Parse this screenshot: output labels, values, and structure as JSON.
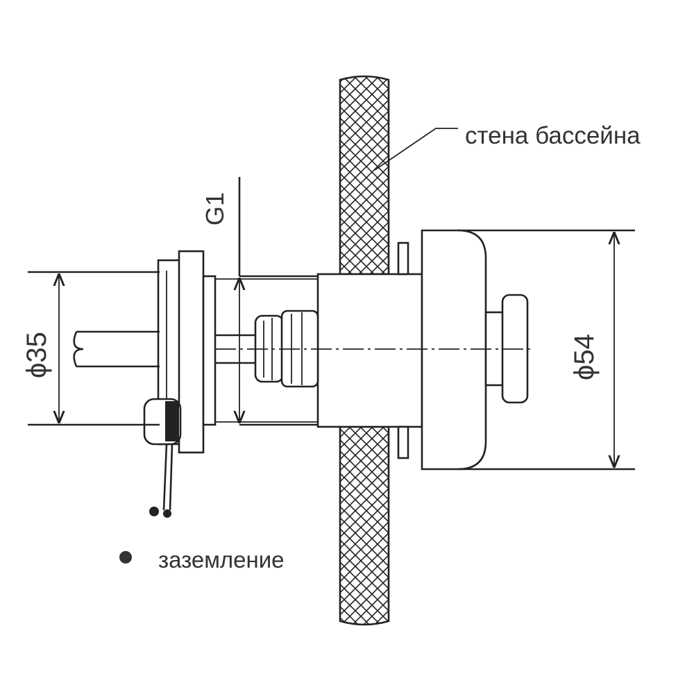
{
  "labels": {
    "pool_wall": "стена бассейна",
    "grounding": "заземление",
    "thread": "G1",
    "dim_small": "ϕ35",
    "dim_large": "ϕ54"
  },
  "colors": {
    "line": "#222222",
    "text": "#333333",
    "background": "#ffffff"
  }
}
